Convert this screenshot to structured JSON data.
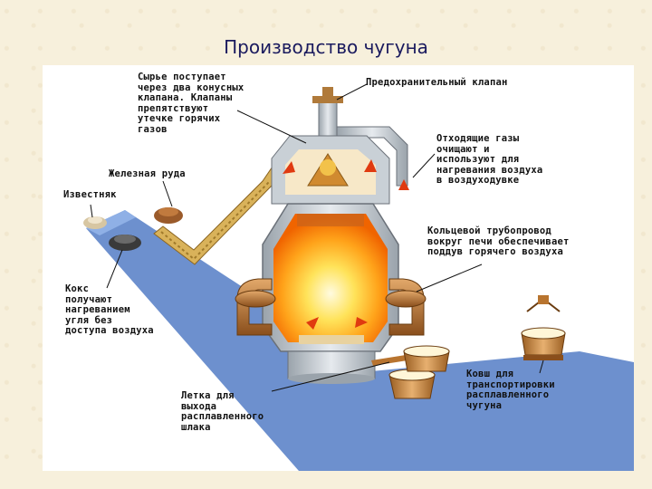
{
  "title": "Производство чугуна",
  "labels": {
    "raw_material": "Сырье поступает\nчерез два конусных\nклапана. Клапаны\nпрепятствуют\nутечке горячих\nгазов",
    "safety_valve": "Предохранительный клапан",
    "iron_ore": "Железная руда",
    "limestone": "Известняк",
    "exhaust_gases": "Отходящие газы\nочищают и\nиспользуют для\nнагревания воздуха\nв воздуходувке",
    "ring_pipeline": "Кольцевой трубопровод\nвокруг печи обеспечивает\nподдув горячего воздуха",
    "coke": "Кокс\nполучают\nнагреванием\nугля без\nдоступа воздуха",
    "slag_taphole": "Летка для\nвыхода\nрасплавленного\nшлака",
    "ladle": "Ковш для\nтранспортировки\nрасплавленного\nчугуна"
  },
  "colors": {
    "background": "#f7f0dc",
    "title": "#1a1a5e",
    "conveyor": "#5d84c9",
    "furnace_shell": "#c9d0d6",
    "flame_core": "#fff3a0",
    "flame_outer": "#ff7a00",
    "pipe": "#b8742f",
    "ladle": "#c8873a"
  }
}
